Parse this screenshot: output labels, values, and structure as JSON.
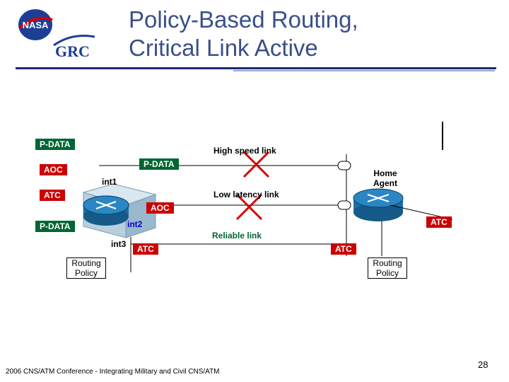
{
  "header": {
    "title_line1": "Policy-Based Routing,",
    "title_line2": "Critical Link Active",
    "logo_nasa": "NASA",
    "logo_grc": "GRC"
  },
  "diagram": {
    "labels": {
      "high_speed_link": "High speed link",
      "low_latency_link": "Low latency link",
      "reliable_link": "Reliable link",
      "home_agent": "Home Agent",
      "int1": "int1",
      "int2": "int2",
      "int3": "int3"
    },
    "tags": {
      "pdata_top": "P-DATA",
      "aoc_left": "AOC",
      "atc_left": "ATC",
      "pdata_left_bottom": "P-DATA",
      "pdata_mid": "P-DATA",
      "aoc_mid": "AOC",
      "atc_mid": "ATC",
      "atc_right": "ATC",
      "atc_right2": "ATC"
    },
    "policy_boxes": {
      "left": "Routing Policy",
      "right": "Routing Policy"
    }
  },
  "footer": {
    "conference": "2006 CNS/ATM Conference - Integrating Military and Civil CNS/ATM",
    "page_number": "28"
  }
}
